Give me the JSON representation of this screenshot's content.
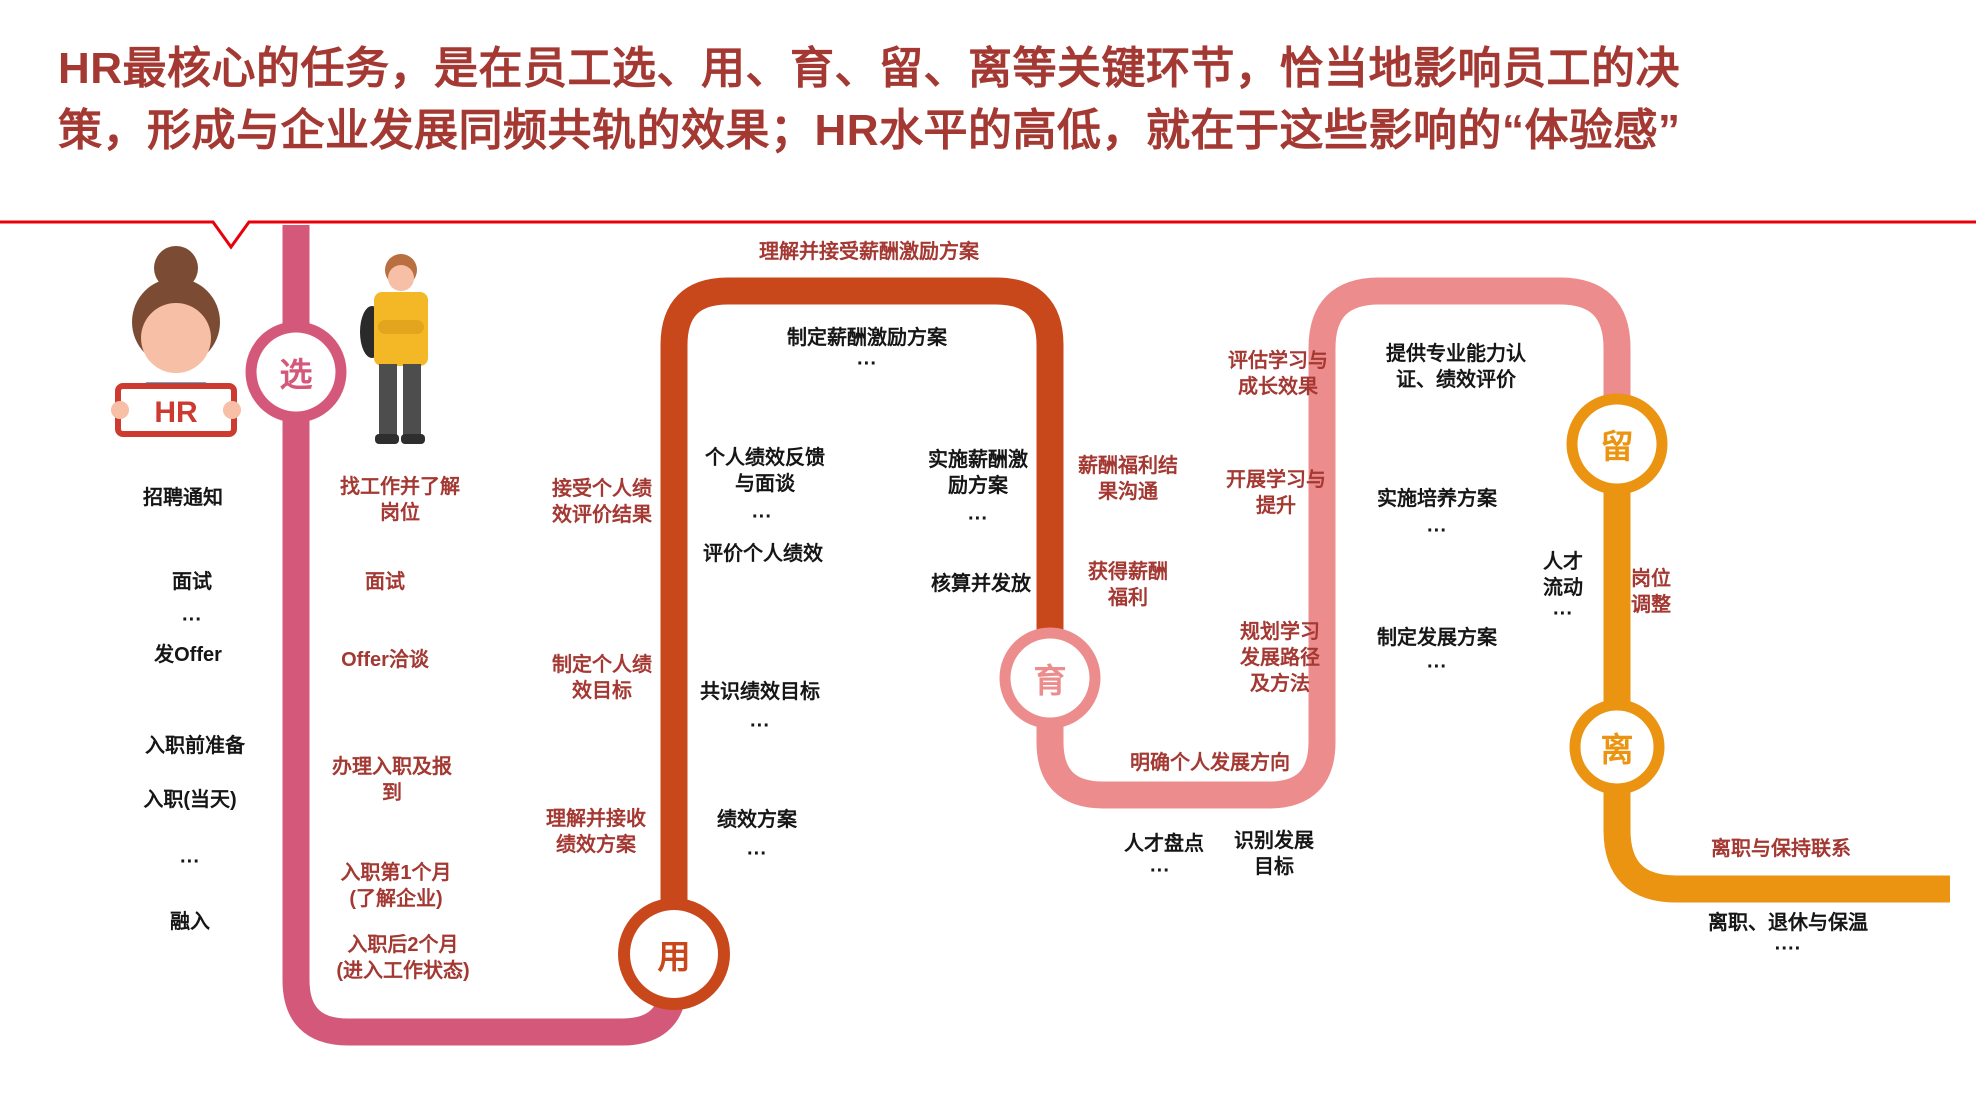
{
  "slide": {
    "header": {
      "line1": "HR最核心的任务，是在员工选、用、育、留、离等关键环节，恰当地影响员工的决",
      "line2": "策，形成与企业发展同频共轨的效果；HR水平的高低，就在于这些影响的“体验感”"
    }
  },
  "colors": {
    "header_text": "#A43832",
    "red_text": "#A43832",
    "black_text": "#161616",
    "divider_red": "#E8000A",
    "path_select_pink": "#D4587A",
    "path_use_orange": "#C8481C",
    "path_develop_salmon": "#EC8C8C",
    "path_retain_orange": "#EB9412",
    "sign_red": "#CD3A30"
  },
  "illustration": {
    "hr_sign_text": "HR"
  },
  "stages": {
    "select": "选",
    "use": "用",
    "develop": "育",
    "retain": "留",
    "leave": "离"
  },
  "select": {
    "hr_steps": [
      "招聘通知",
      "面试",
      "···",
      "发Offer",
      "入职前准备",
      "入职(当天)",
      "···",
      "融入"
    ],
    "employee_steps": [
      "找工作并了解\n岗位",
      "面试",
      "Offer洽谈",
      "办理入职及报\n到",
      "入职第1个月\n(了解企业)",
      "入职后2个月\n(进入工作状态)"
    ]
  },
  "performance": {
    "employee_steps": [
      "接受个人绩\n效评价结果",
      "制定个人绩\n效目标",
      "理解并接收\n绩效方案"
    ],
    "hr_steps": [
      "个人绩效反馈\n与面谈",
      "···",
      "评价个人绩效",
      "共识绩效目标",
      "···",
      "绩效方案",
      "···"
    ]
  },
  "compensation": {
    "employee_top": "理解并接受薪酬激励方案",
    "hr_top": "制定薪酬激励方案",
    "hr_top_dots": "···",
    "hr_steps": [
      "实施薪酬激\n励方案",
      "···",
      "核算并发放"
    ],
    "employee_steps": [
      "薪酬福利结\n果沟通",
      "获得薪酬\n福利"
    ]
  },
  "development": {
    "employee_steps": [
      "评估学习与\n成长效果",
      "开展学习与\n提升",
      "规划学习\n发展路径\n及方法",
      "明确个人发展方向"
    ],
    "hr_steps": [
      "提供专业能力认\n证、绩效评价",
      "实施培养方案",
      "···",
      "制定发展方案",
      "···",
      "人才盘点",
      "···",
      "识别发展\n目标"
    ]
  },
  "retention": {
    "hr_step": "人才\n流动\n···",
    "employee_step": "岗位\n调整"
  },
  "exit": {
    "employee_step": "离职与保持联系",
    "hr_step": "离职、退休与保温\n····"
  }
}
